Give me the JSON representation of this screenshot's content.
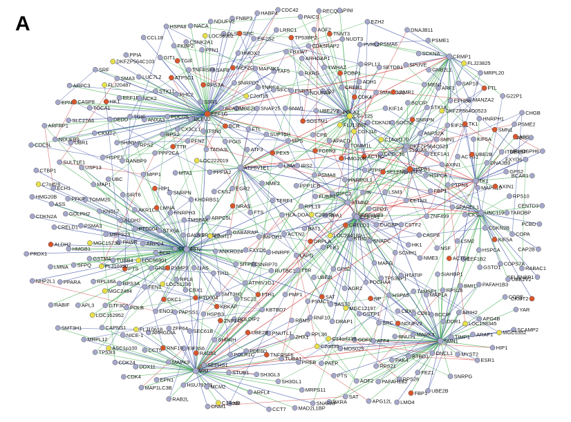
{
  "panel_label": "A",
  "colors": {
    "gray": "#a6a9cc",
    "red": "#d8562c",
    "yellow": "#e8e04a",
    "blue_edge": "#3b4ea4",
    "green_edge": "#3fae4f",
    "red_edge": "#d23a3a"
  },
  "genes": {
    "gray": [
      "PHC2",
      "COPA",
      "MRPL12",
      "AOF2",
      "RPL12",
      "ACTN2",
      "EPN1",
      "SEPHS1",
      "HNRPH1",
      "FNBP3",
      "ARPC4",
      "SCMH1",
      "TIMP1",
      "SNW1",
      "SFPQ",
      "TUBA1",
      "AGR2",
      "HNRPUL1",
      "ANP32A",
      "MTA1",
      "TH1L",
      "COPE",
      "ECH1",
      "UBC",
      "POLDIP2",
      "LSM2",
      "MAPK10",
      "ARPC5L",
      "EEF1B2",
      "SNRPD2",
      "HSPA8",
      "ZNF499",
      "BCAR1",
      "ARHGDIA",
      "RECQL5",
      "ARF1",
      "RPA1",
      "EEF1D",
      "RABIF",
      "GDF9",
      "RAB2L",
      "CRMP1",
      "HSPA5",
      "PPIA",
      "SPUVE",
      "FEN1",
      "KARS",
      "PGIS",
      "GTF3C1",
      "CPE",
      "LSM3",
      "SNRPG",
      "UBR1",
      "PRDX1",
      "RNUT1",
      "EZH2",
      "RPS26",
      "PMF1",
      "LRRC1",
      "SELENBP1",
      "TAF5",
      "MRPS11",
      "PDE6D",
      "POLA2",
      "CCT7",
      "HNRPH3",
      "FTS",
      "RPL36",
      "ACTG1",
      "CDK24",
      "RPS28",
      "SUPT5H",
      "CCDC16",
      "MRPS23",
      "BTBD2",
      "PFN1",
      "CKS2",
      "SH3GL2",
      "YWHAZ",
      "CRELD1",
      "CDC42",
      "RPL18A",
      "HIP1",
      "ATP6V1G1",
      "ATP6V1E1",
      "SMARCC2",
      "PAPSS1",
      "CUGBP1",
      "PNUTL1",
      "PFN2",
      "ITGB4BP",
      "HMOX2",
      "RXRA",
      "TK1",
      "ANXA3",
      "TOMM1L",
      "RPS10",
      "GIT1",
      "CDC5L",
      "CETN3",
      "COPS7A",
      "MAPK9",
      "CKS2",
      "PSMA8",
      "DRAP1",
      "MPP1",
      "RUTBC1",
      "DNM1",
      "NUDT3",
      "RPL8",
      "UBE2L3",
      "PAEP",
      "APL3",
      "UBE2I",
      "HSPCA",
      "TOCA1",
      "RPS3A",
      "MRPL20",
      "USP13",
      "SCAMP2",
      "CENTD3",
      "PDCD5",
      "CDK5RAP2",
      "G22P1",
      "DNAJB11",
      "RPL19",
      "NHP2L1",
      "MAP1LC3B",
      "BCCIP",
      "PPP2CA",
      "CAP2B",
      "TERF1",
      "PTPN4",
      "DNCL1",
      "EIF2B1",
      "KBTBD7",
      "T4MSF1",
      "NSF",
      "CTBP1",
      "ARFL4",
      "HSPB3",
      "APG4B",
      "PSMC1",
      "CSTF2",
      "LUC7L2",
      "EIF3S6",
      "IMPDH1",
      "SSR1",
      "BTF3",
      "PPP1CB",
      "PAFAH1B3",
      "SRF",
      "CDKN2B",
      "UNC119",
      "CKMT2",
      "GABARAP",
      "GSTP1",
      "PSME1",
      "TOMM20",
      "CDKN2B",
      "PLK1",
      "APG12L",
      "BCCIP",
      "RPS21",
      "DNAJB9",
      "SAFB",
      "TRIM28",
      "PPARA",
      "RXRG",
      "MAFG",
      "HABP4",
      "SHPRH",
      "FBXW7",
      "PSMA6",
      "PSMA3",
      "SNAPC",
      "SNAP25",
      "STX11",
      "STX1A",
      "MANZA2",
      "CREB1",
      "SIRT6",
      "VIM",
      "SMT3H1",
      "SMT3H2",
      "KNSL7",
      "IK",
      "SLC27A6",
      "GNB2L1",
      "PSME2",
      "MARK3",
      "PAICS",
      "RABAC1",
      "NICE-1",
      "ARPC3",
      "CAPNS1",
      "TUBB4",
      "GPS2",
      "HMG20B",
      "PTS",
      "FTL",
      "CASP8",
      "BAT1",
      "SRC",
      "STUB1",
      "KHDRBS1",
      "DDX11",
      "POLB",
      "GNB5",
      "TADA3L",
      "SAP18",
      "PINI",
      "NME3",
      "NME2",
      "SOCS3",
      "MPS",
      "UBE2V2",
      "NACA",
      "MDS025",
      "EIF2S2",
      "ATF3",
      "TNRC4",
      "HLA-DOA1",
      "TP53BP1",
      "GSTM4",
      "SH3GL1",
      "SH3GL3",
      "SNRPN",
      "FXYD6",
      "BCR",
      "S100A8",
      "ARAF1",
      "HSPE1",
      "SERPINB9",
      "LMO4",
      "EEF1A1",
      "STMN2",
      "SEC61B",
      "RPS2",
      "KIF5A",
      "DKFZP564O523",
      "ARFRP1",
      "ESR1",
      "RFC5",
      "CDC42",
      "LAPD",
      "CCL18",
      "TP53I3",
      "PFKP",
      "TGIF",
      "HSU79303",
      "UBE2B",
      "TNFRSF6",
      "AXIN1",
      "FNBP3",
      "EPN1",
      "EGR2",
      "ENO2",
      "LSM2",
      "AOF2",
      "PTD004",
      "SPARCL1",
      "NCK2",
      "PPFIA2",
      "ARIH2",
      "EEF1A1",
      "RPS2",
      "DLEU2",
      "GSTO1",
      "SAT",
      "IRS2",
      "PCBD",
      "HSPCA",
      "FKBP2",
      "RANBP9",
      "DEDD",
      "HTATIP",
      "PTPRS",
      "POLR1C",
      "CBX8",
      "MAP1",
      "ATF4",
      "LMNA",
      "SNAPAP",
      "APACD",
      "MAD2L1BP",
      "BMI1",
      "GOLPH2",
      "ITSN1",
      "SULT1E1",
      "TMSB4X",
      "CX3CL1",
      "RNF10",
      "SMN1",
      "PDCHA4",
      "ZFP64",
      "RBM5",
      "CBX1",
      "MPHOSPH6",
      "LIAS",
      "FEZ1",
      "HMGB1",
      "ID3",
      "SMA3",
      "ANKRD24",
      "CDKN2A",
      "FXYD6",
      "SMN1",
      "BTBD1",
      "SNRP70",
      "SETDB1",
      "GIPC2",
      "ZHX1",
      "SCKNA",
      "EPHB6",
      "SAS10",
      "FUBP1",
      "CCT5",
      "MYST2",
      "DLST",
      "PREB",
      "HNRPF",
      "STX5A",
      "TSC22",
      "TARDBP",
      "PAFAH1B2",
      "YAR",
      "CHGB",
      "MCM2",
      "PAK4",
      "SITPEC",
      "CD81",
      "AKR1C3",
      "NP",
      "CSNK2A1",
      "UBE2V2",
      "GPS2",
      "DDR1",
      "GPD1",
      "SIAHBP1",
      "GALNS",
      "PTN",
      "NDUFB9",
      "TTR",
      "CDK4",
      "ACADM",
      "MAP4K1",
      "ARHGAP1",
      "PAWR",
      "MAP1A",
      "MEN1",
      "KIF14",
      "NDUFA4",
      "NDUFV2",
      "FBP1",
      "HK1",
      "ASS",
      "ADH1",
      "PVRL2",
      "ALDH2"
    ],
    "red": [
      "FBP1",
      "HK1",
      "ASS",
      "PEX5",
      "ACTG1",
      "HIP1",
      "ATP5C1",
      "ALDH2",
      "DKC1",
      "SELENBP1",
      "TGIF",
      "POBP1",
      "HSPB1",
      "TP53BP2",
      "FGFR3",
      "TK1",
      "EEF1G",
      "RPS3A",
      "SOSTM1",
      "LAMR1",
      "RAD51",
      "FTL",
      "PTS",
      "CASP8",
      "SRC",
      "NP",
      "ZNF145",
      "ACTN2",
      "AXIN1",
      "UBE2B",
      "TNFRSF6",
      "PXMP3",
      "MEF2C",
      "UBE2B",
      "FTH1",
      "KIF5A",
      "SAT",
      "BCR",
      "NRAS",
      "SMN1",
      "TTR",
      "LMNA",
      "KBKAP",
      "TNNT3",
      "DRPLA",
      "CDK4",
      "HMG20B",
      "NDUFV2",
      "PTD004",
      "CRELD1",
      "SNRPN",
      "CKMT2",
      "RNF10"
    ],
    "yellow": [
      "LOC162952",
      "ASC1p100",
      "LOC158345",
      "FLJ13052",
      "LOC222019",
      "LOC51230",
      "C14orf1",
      "FLJ10350",
      "DKFZP564C103",
      "MGC12197",
      "MGC2494",
      "FLJ20487",
      "LOC284189",
      "C2orf17",
      "C14orf139",
      "FLJ10618",
      "C2orf18",
      "LOC56901",
      "FLJ23825",
      "C14orf170",
      "MGC5352",
      "MGC15730",
      "CGI-116",
      "LOC56902",
      "C7orf26",
      "C20orf8",
      "DKFZP564O0523",
      "CGI-125",
      "C2orf39"
    ]
  },
  "hub_labels": [
    "EEF1G",
    "CGI-125",
    "CRMP1",
    "UNC119",
    "EEF1A1",
    "STMN2",
    "SMN1",
    "HSPB1",
    "PTN",
    "VIM",
    "CHD3",
    "TK1",
    "DKFZP564O523",
    "ATP6V1E1"
  ],
  "layout_seed": 7
}
